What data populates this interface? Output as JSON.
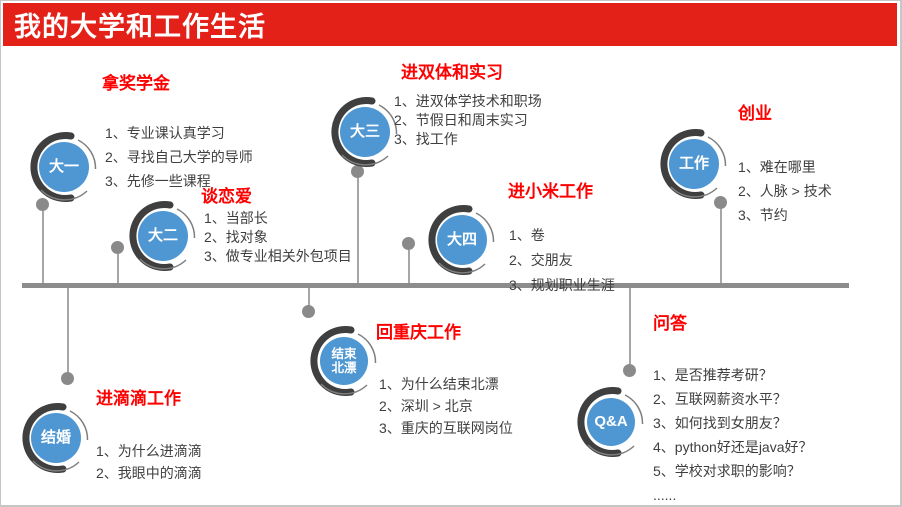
{
  "slide": {
    "title": "我的大学和工作生活",
    "colors": {
      "header_red": "#e32119",
      "heading_red": "#fe0000",
      "circle_blue": "#4e97d3",
      "arc_dark": "#3f3f3f",
      "timeline_gray": "#8c8c8c"
    },
    "nodes": [
      {
        "id": "freshman",
        "label_lines": [
          "大一"
        ],
        "heading": "拿奖学金",
        "items": [
          "1、专业课认真学习",
          "2、寻找自己大学的导师",
          "3、先修一些课程"
        ]
      },
      {
        "id": "sophomore",
        "label_lines": [
          "大二"
        ],
        "heading": "谈恋爱",
        "items": [
          "1、当部长",
          "2、找对象",
          "3、做专业相关外包项目"
        ]
      },
      {
        "id": "junior",
        "label_lines": [
          "大三"
        ],
        "heading": "进双体和实习",
        "items": [
          "1、进双体学技术和职场",
          "2、节假日和周末实习",
          "3、找工作"
        ]
      },
      {
        "id": "senior",
        "label_lines": [
          "大四"
        ],
        "heading": "进小米工作",
        "items": [
          "1、卷",
          "2、交朋友",
          "3、规划职业生涯"
        ]
      },
      {
        "id": "work",
        "label_lines": [
          "工作"
        ],
        "heading": "创业",
        "items": [
          "1、难在哪里",
          "2、人脉 > 技术",
          "3、节约"
        ]
      },
      {
        "id": "end-beijing-drift",
        "label_lines": [
          "结束",
          "北漂"
        ],
        "heading": "回重庆工作",
        "items": [
          "1、为什么结束北漂",
          "2、深圳 > 北京",
          "3、重庆的互联网岗位"
        ]
      },
      {
        "id": "marriage",
        "label_lines": [
          "结婚"
        ],
        "heading": "进滴滴工作",
        "items": [
          "1、为什么进滴滴",
          "2、我眼中的滴滴"
        ]
      },
      {
        "id": "qa",
        "label_lines": [
          "Q&A"
        ],
        "heading": "问答",
        "items": [
          "1、是否推荐考研？",
          "2、互联网薪资水平？",
          "3、如何找到女朋友？",
          "4、python好还是java好？",
          "5、学校对求职的影响？",
          "......"
        ]
      }
    ]
  }
}
